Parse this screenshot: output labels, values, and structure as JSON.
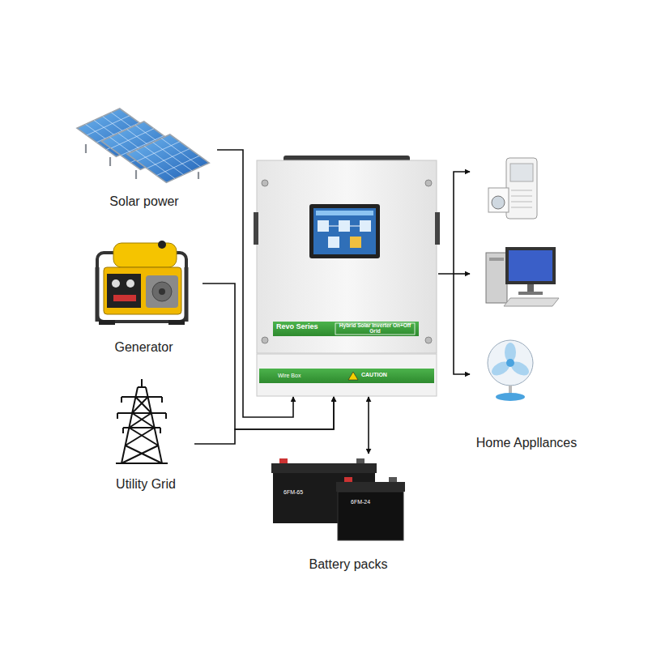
{
  "diagram": {
    "nodes": [
      {
        "text": [
          "Solar power"
        ]
      },
      {
        "text": [
          "Generator"
        ]
      },
      {
        "text": [
          "Utility Grid"
        ]
      },
      {
        "text": [
          "Revo Series",
          "Hybrid Solar Inverter On+Off Grid"
        ]
      },
      {
        "text": [
          "Wire Box",
          "CAUTION"
        ],
        "in": 3
      },
      {
        "text": [
          "Home Appllances"
        ]
      },
      {
        "text": [
          "Battery packs"
        ]
      }
    ],
    "edges": [
      {
        "from": 0,
        "to": 3,
        "arrow": "to"
      },
      {
        "from": 1,
        "to": 3,
        "arrow": "to"
      },
      {
        "from": 2,
        "to": 3,
        "arrow": "to"
      },
      {
        "from": 3,
        "to": 5,
        "arrow": "to"
      },
      {
        "from": 3,
        "to": 6,
        "arrow": "both"
      }
    ],
    "labels": [
      "6FM-65",
      "6FM-24"
    ]
  }
}
